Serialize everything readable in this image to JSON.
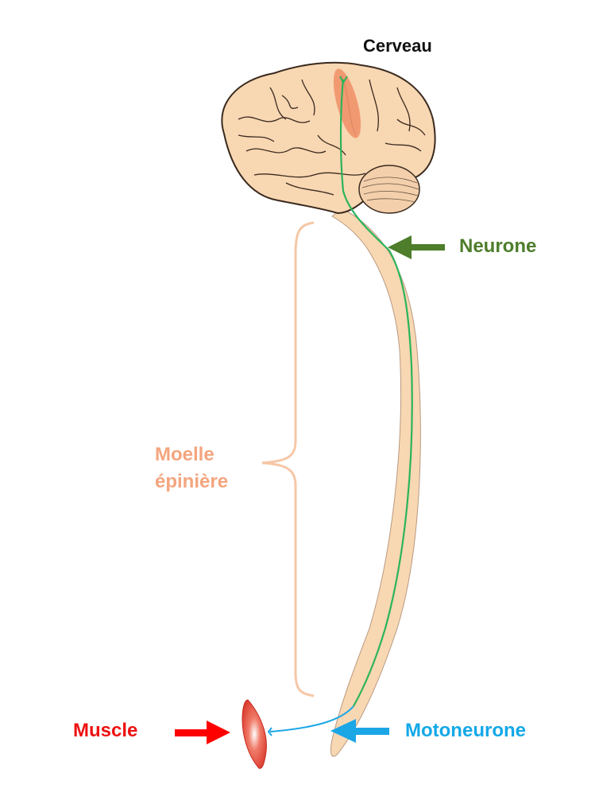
{
  "labels": {
    "brain": "Cerveau",
    "neuron": "Neurone",
    "spinal_cord_line1": "Moelle",
    "spinal_cord_line2": "épinière",
    "muscle": "Muscle",
    "motor_neuron": "Motoneurone"
  },
  "colors": {
    "tissue": "#f8d7b3",
    "motor_cortex": "#f0936a",
    "neuron": "#2bb45a",
    "neuron_arrow": "#4e7d2b",
    "brace": "#f6c7a6",
    "muscle": "#e2463a",
    "muscle_arrow": "#ff0000",
    "motor_neuron": "#1ba6e6"
  }
}
